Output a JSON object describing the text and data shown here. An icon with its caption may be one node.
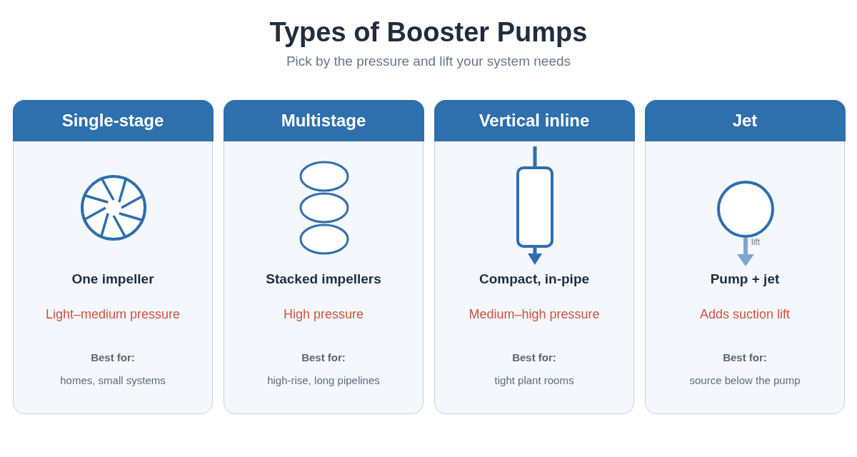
{
  "diagram": {
    "title": "Types of Booster Pumps",
    "caption": "Pick by the pressure and lift your system needs",
    "nodes": [
      {
        "text": [
          "Single-stage",
          "One impeller",
          "Light–medium pressure",
          "Best for:",
          "homes, small systems"
        ]
      },
      {
        "text": [
          "Multistage",
          "Stacked impellers",
          "High pressure",
          "Best for:",
          "high-rise, long pipelines"
        ]
      },
      {
        "text": [
          "Vertical inline",
          "Compact, in-pipe",
          "Medium–high pressure",
          "Best for:",
          "tight plant rooms"
        ]
      },
      {
        "text": [
          "Jet",
          "Pump + jet",
          "Adds suction lift",
          "Best for:",
          "source below the pump"
        ]
      }
    ],
    "labels": [
      "lift"
    ]
  }
}
